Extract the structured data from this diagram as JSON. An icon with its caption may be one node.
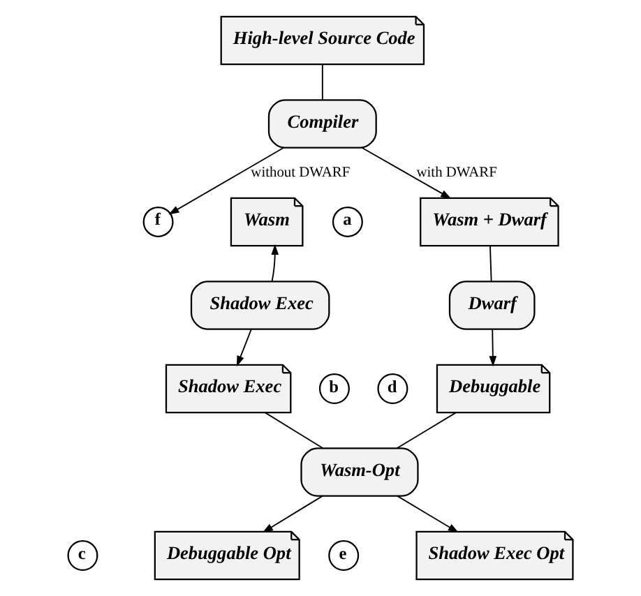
{
  "diagram": {
    "nodes": [
      {
        "text": [
          "High-level Source Code"
        ]
      },
      {
        "text": [
          "Compiler"
        ]
      },
      {
        "text": [
          "f"
        ]
      },
      {
        "text": [
          "Wasm"
        ]
      },
      {
        "text": [
          "a"
        ]
      },
      {
        "text": [
          "Wasm + Dwarf"
        ]
      },
      {
        "text": [
          "Dwarf"
        ]
      },
      {
        "text": [
          "Shadow Exec"
        ]
      },
      {
        "text": [
          "b"
        ]
      },
      {
        "text": [
          "Debuggable"
        ]
      },
      {
        "text": [
          "d"
        ]
      },
      {
        "text": [
          "Shadow Exec"
        ]
      },
      {
        "text": [
          "Wasm-Opt"
        ]
      },
      {
        "text": [
          "c"
        ]
      },
      {
        "text": [
          "Debuggable Opt"
        ]
      },
      {
        "text": [
          "e"
        ]
      },
      {
        "text": [
          "Shadow Exec Opt"
        ]
      }
    ],
    "edges": [
      {
        "from": 0,
        "to": 1,
        "arrow": "none"
      },
      {
        "from": 1,
        "to": 2,
        "arrow": "to",
        "label": "without DWARF"
      },
      {
        "from": 1,
        "to": 5,
        "arrow": "to",
        "label": "with DWARF"
      },
      {
        "from": 5,
        "to": 6,
        "arrow": "none"
      },
      {
        "from": 6,
        "to": 9,
        "arrow": "to"
      },
      {
        "from": 7,
        "to": 3,
        "arrow": "to"
      },
      {
        "from": 7,
        "to": 11,
        "arrow": "to"
      },
      {
        "from": 9,
        "to": 12,
        "arrow": "none"
      },
      {
        "from": 11,
        "to": 12,
        "arrow": "none"
      },
      {
        "from": 12,
        "to": 14,
        "arrow": "to"
      },
      {
        "from": 12,
        "to": 16,
        "arrow": "to"
      }
    ]
  }
}
